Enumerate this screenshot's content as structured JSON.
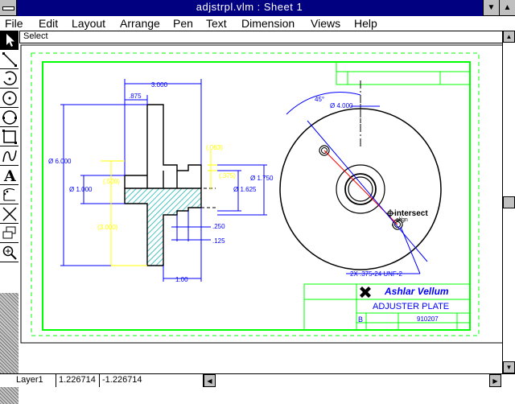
{
  "window": {
    "title": "adjstrpl.vlm : Sheet 1"
  },
  "menu": [
    "File",
    "Edit",
    "Layout",
    "Arrange",
    "Pen",
    "Text",
    "Dimension",
    "Views",
    "Help"
  ],
  "tools": [
    {
      "name": "pointer-tool-icon",
      "selected": true
    },
    {
      "name": "line-tool-icon"
    },
    {
      "name": "arc-tool-icon"
    },
    {
      "name": "circle-tool-icon"
    },
    {
      "name": "ellipse-tool-icon"
    },
    {
      "name": "rectangle-tool-icon"
    },
    {
      "name": "curve-tool-icon"
    },
    {
      "name": "text-tool-icon"
    },
    {
      "name": "dimension-tool-icon"
    },
    {
      "name": "trim-tool-icon"
    },
    {
      "name": "group-tool-icon"
    },
    {
      "name": "zoom-tool-icon"
    }
  ],
  "status": {
    "mode": "Select"
  },
  "bottom": {
    "layer": "Layer1",
    "x": "1.226714",
    "y": "-1.226714"
  },
  "drawing": {
    "dims": {
      "d3000": "3.000",
      "d875": ".875",
      "dia6": "Ø 6.000",
      "dia1": "Ø 1.000",
      "dim500": "(.500)",
      "dim3000y": "(3.000)",
      "dim063": "(.063)",
      "dim375": "(.375)",
      "dia1750": "Ø 1.750",
      "dia1625": "Ø 1.625",
      "dim250": ".250",
      "dim125": ".125",
      "dim100": "1.00",
      "angle45": "45°",
      "dia4": "Ø 4.000",
      "thread": "2X .375-24 UNF-2"
    },
    "snap": {
      "intersect": "intersect",
      "align": "align"
    },
    "titleblock": {
      "company": "Ashlar Vellum",
      "part": "ADJUSTER PLATE",
      "size": "B",
      "number": "910207"
    }
  },
  "colors": {
    "border": "#00ff00",
    "part": "#000000",
    "dimension": "#0000ff",
    "reference": "#ffff00",
    "hatch": "#00aaaa",
    "centerline": "#ff0000"
  }
}
